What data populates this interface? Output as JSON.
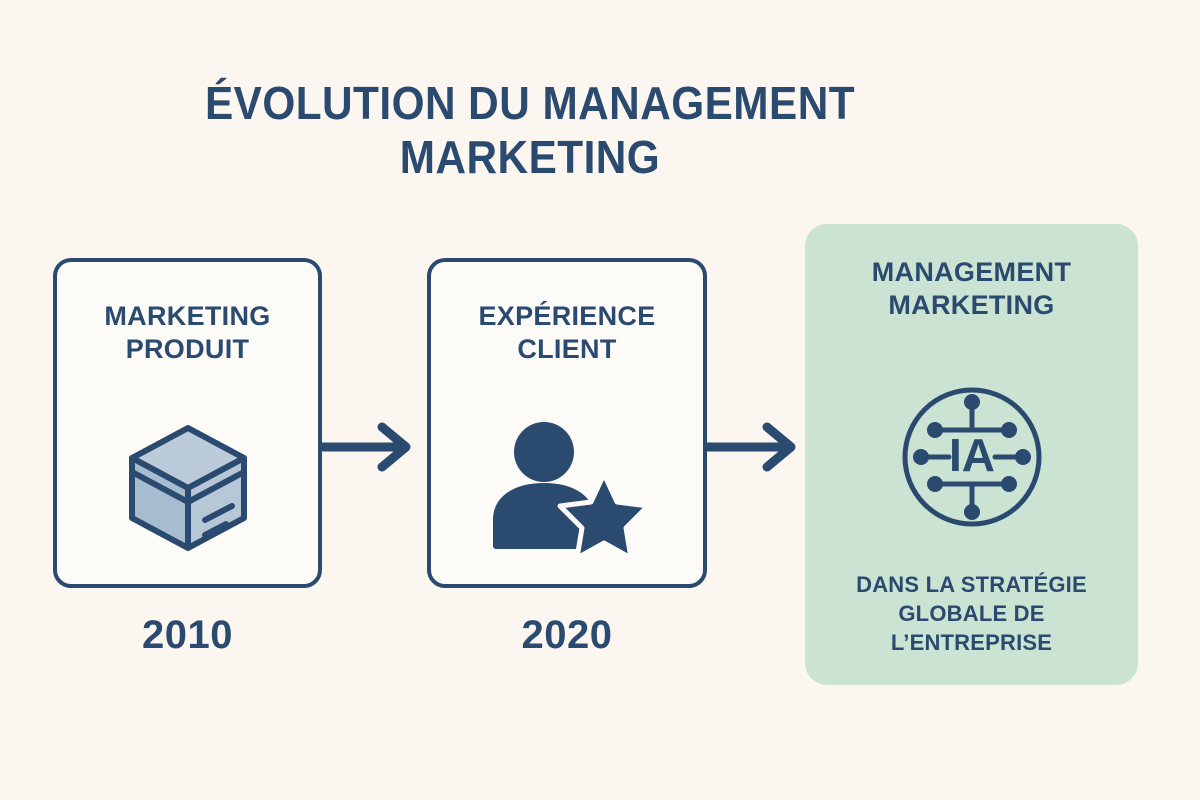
{
  "page": {
    "title": "ÉVOLUTION DU MANAGEMENT\nMARKETING",
    "background_color": "#FBF6F0",
    "accent_navy": "#2B4A6F",
    "accent_green": "#CBE3D3",
    "icon_fill_gray": "#A8BCCF"
  },
  "stages": [
    {
      "id": "marketing-produit",
      "label": "MARKETING\nPRODUIT",
      "year": "2010",
      "icon": "box-icon"
    },
    {
      "id": "experience-client",
      "label": "EXPÉRIENCE\nCLIENT",
      "year": "2020",
      "icon": "customer-star-icon"
    }
  ],
  "arrows": [
    {
      "id": "arrow-1",
      "name": "arrow-right-icon"
    },
    {
      "id": "arrow-2",
      "name": "arrow-right-icon"
    }
  ],
  "highlight": {
    "title": "MANAGEMENT\nMARKETING",
    "icon": "ai-network-icon",
    "icon_label": "IA",
    "caption": "DANS LA STRATÉGIE\nGLOBALE DE\nL’ENTREPRISE"
  }
}
